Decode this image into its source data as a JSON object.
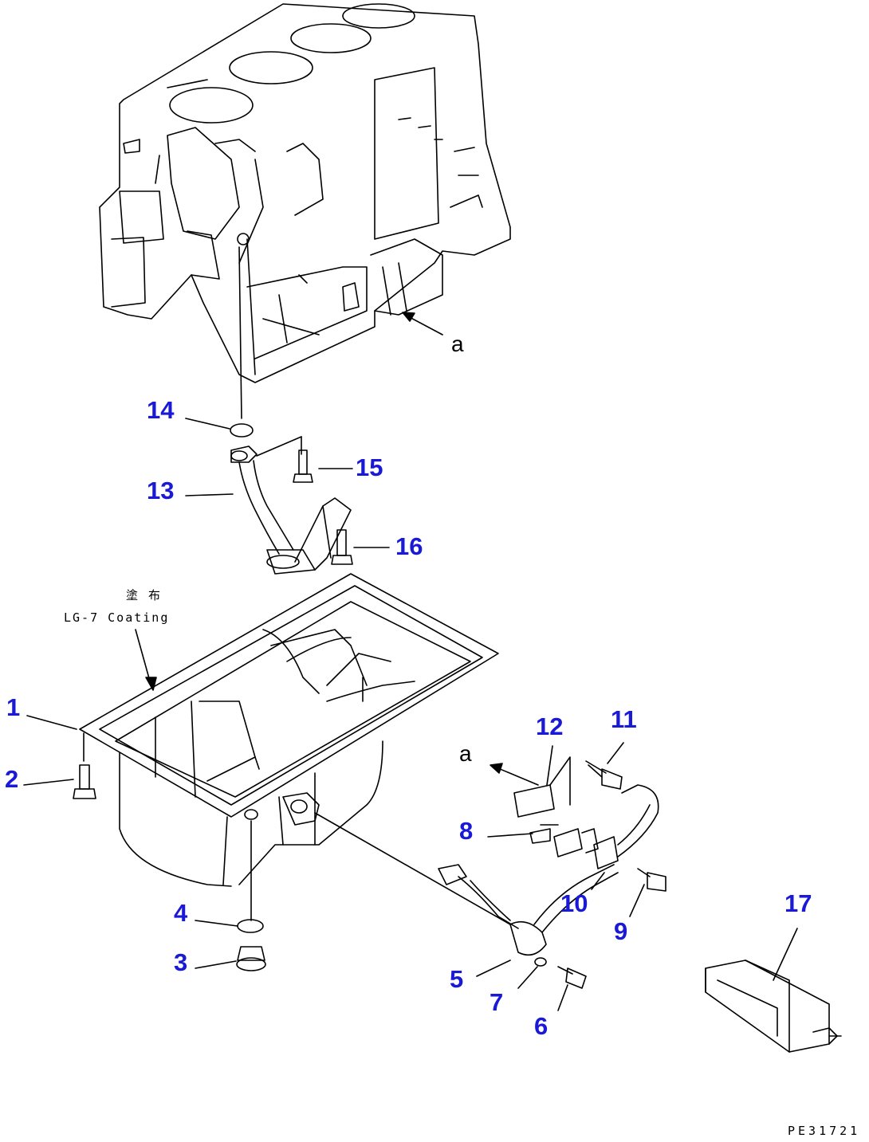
{
  "callouts": {
    "p1": "1",
    "p2": "2",
    "p3": "3",
    "p4": "4",
    "p5": "5",
    "p6": "6",
    "p7": "7",
    "p8": "8",
    "p9": "9",
    "p10": "10",
    "p11": "11",
    "p12": "12",
    "p13": "13",
    "p14": "14",
    "p15": "15",
    "p16": "16",
    "p17": "17"
  },
  "refs": {
    "a_top": "a",
    "a_mid": "a"
  },
  "note": {
    "jp": "塗 布",
    "en": "LG-7 Coating"
  },
  "drawing_code": "PE31721",
  "colors": {
    "callout": "#1a1ad6",
    "line": "#000000"
  }
}
